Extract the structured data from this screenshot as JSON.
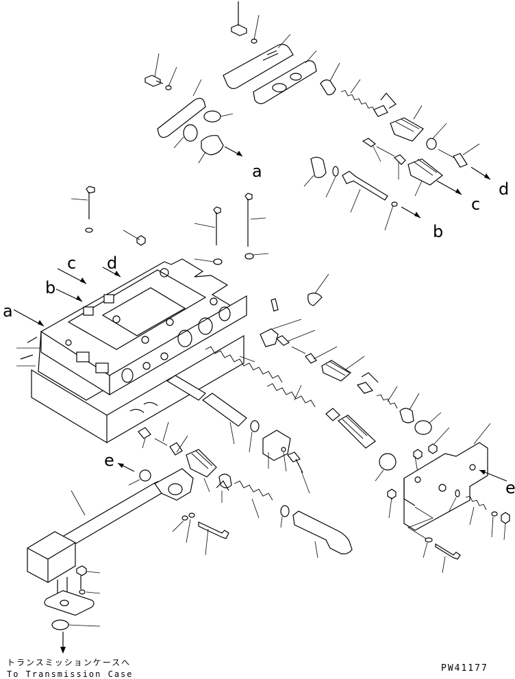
{
  "labels": {
    "a_top": "a",
    "b_top": "b",
    "c_top": "c",
    "d_top": "d",
    "a_left": "a",
    "b_left": "b",
    "c_left": "c",
    "d_left": "d",
    "e_left": "e",
    "e_right": "e"
  },
  "notes": {
    "destination_jp": "トランスミッションケースへ",
    "destination_en": "To Transmission Case"
  },
  "drawing_number": "PW41177"
}
